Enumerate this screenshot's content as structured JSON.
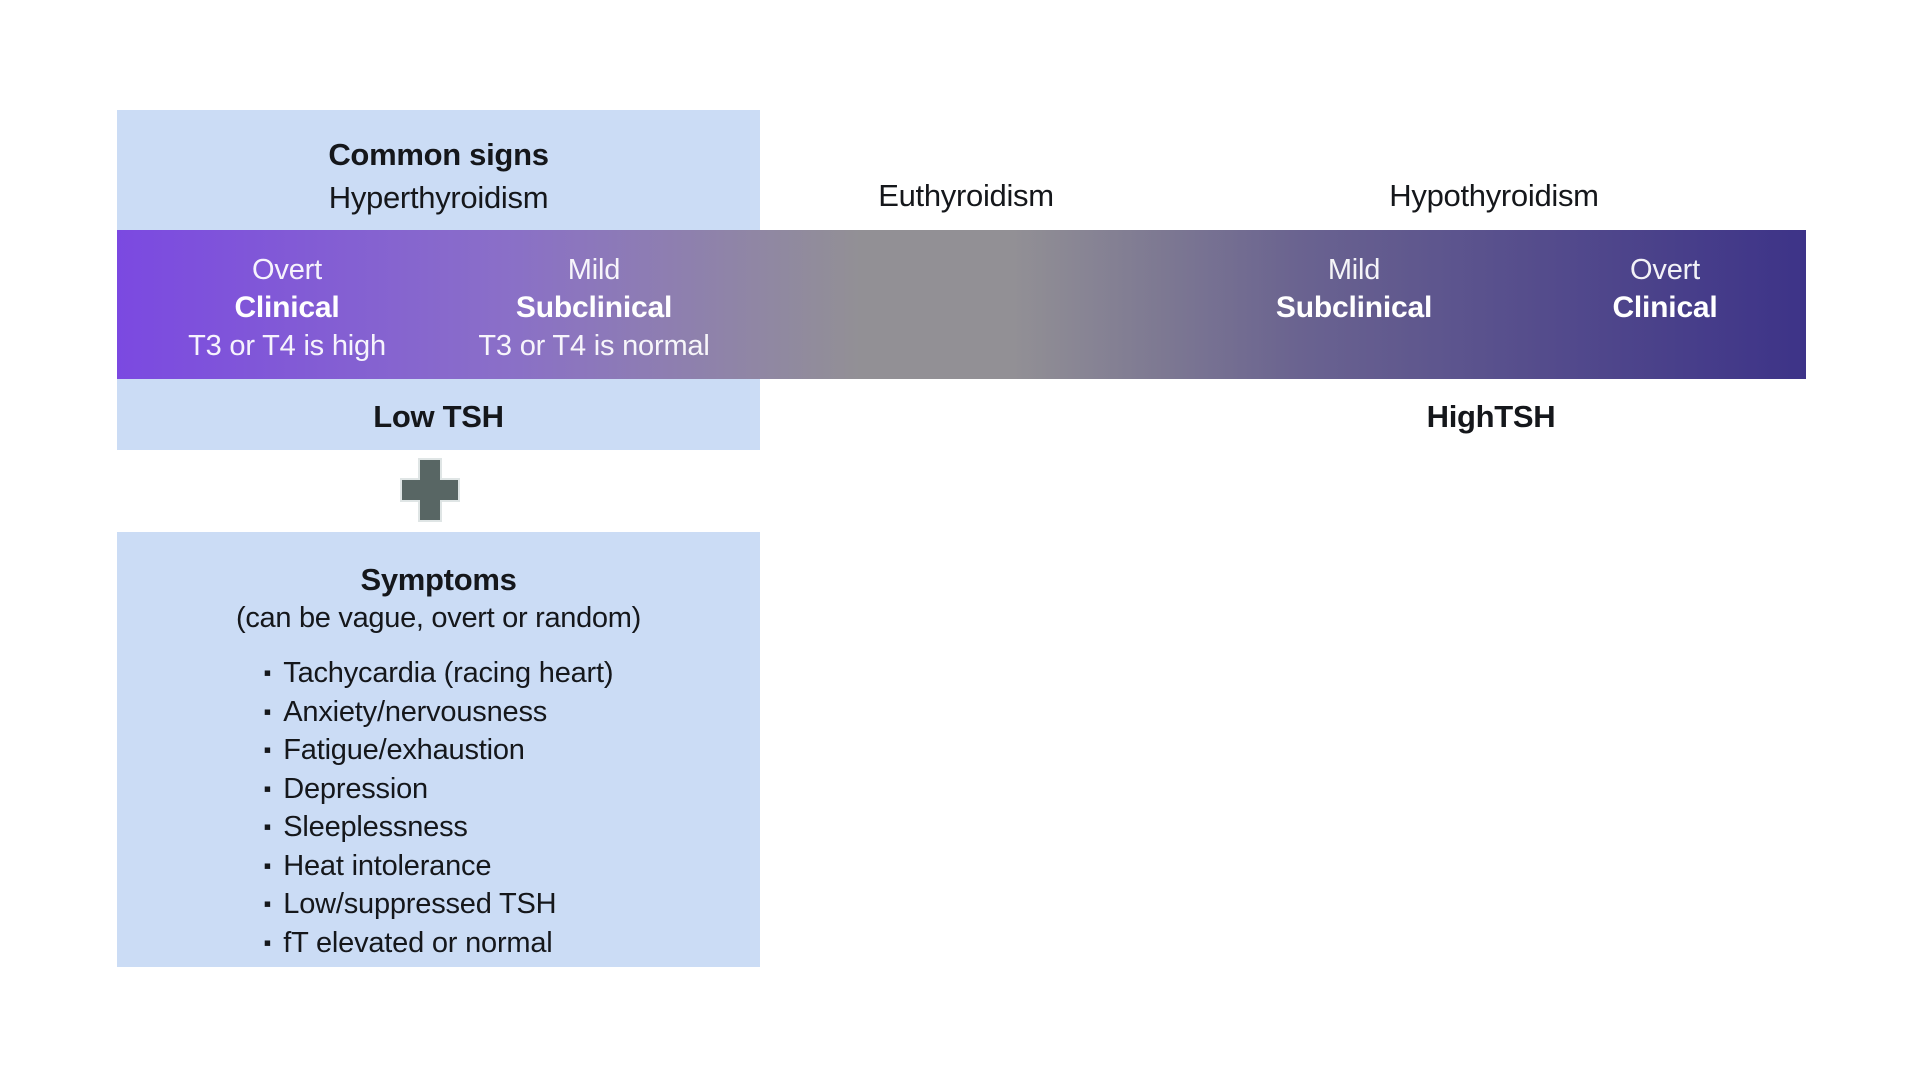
{
  "header": {
    "common_signs_title": "Common signs",
    "hyper_label": "Hyperthyroidism",
    "eu_label": "Euthyroidism",
    "hypo_label": "Hypothyroidism"
  },
  "bar": {
    "gradient": [
      "#7b49e1",
      "#8a6fc8",
      "#929095",
      "#6a6390",
      "#3d3388"
    ],
    "text_color": "#ffffff",
    "columns": [
      {
        "severity": "Overt",
        "kind": "Clinical",
        "lab": "T3 or T4 is high"
      },
      {
        "severity": "Mild",
        "kind": "Subclinical",
        "lab": "T3 or T4 is normal"
      },
      {
        "severity": "Mild",
        "kind": "Subclinical",
        "lab": ""
      },
      {
        "severity": "Overt",
        "kind": "Clinical",
        "lab": ""
      }
    ]
  },
  "tsh": {
    "low_label": "Low TSH",
    "high_label": "HighTSH"
  },
  "plus": {
    "color": "#586664"
  },
  "symptoms": {
    "title": "Symptoms",
    "subtitle": "(can be vague, overt or random)",
    "bullet": "▪",
    "items": [
      "Tachycardia (racing heart)",
      "Anxiety/nervousness",
      "Fatigue/exhaustion",
      "Depression",
      "Sleeplessness",
      "Heat intolerance",
      "Low/suppressed TSH",
      "fT elevated or normal"
    ]
  },
  "colors": {
    "panel_blue": "#cbdcf5",
    "text_dark": "#15171b",
    "background": "#ffffff"
  }
}
